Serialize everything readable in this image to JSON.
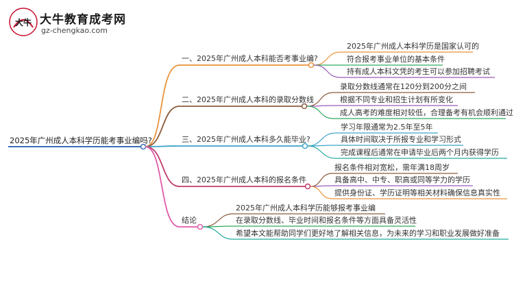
{
  "logo": {
    "title": "大牛教育成考网",
    "url": "gz-chengkao.com",
    "mark_text": "大牛"
  },
  "colors": {
    "root": "#3a6fb5",
    "branch1": "#e8923a",
    "branch2": "#8b5a3c",
    "branch3": "#3aa3c8",
    "branch4": "#c0396b",
    "branch5": "#e05aa8",
    "leaf_orange": "#e8923a",
    "leaf_purple": "#9b59b6",
    "leaf_green": "#2eaa5e",
    "leaf_teal": "#22aa9e",
    "leaf_brown": "#8b5a3c"
  },
  "mindmap": {
    "root": "2025年广州成人本科学历能考事业编吗?",
    "branches": [
      {
        "label": "一、2025年广州成人本科能否考事业编?",
        "leaves": [
          "2025年广州成人本科学历是国家认可的",
          "符合报考事业单位的基本条件",
          "持有成人本科文凭的考生可以参加招聘考试"
        ]
      },
      {
        "label": "二、2025年广州成人本科的录取分数线",
        "leaves": [
          "录取分数线通常在120分到200分之间",
          "根据不同专业和招生计划有所变化",
          "成人高考的难度相对较低，合理备考有机会顺利通过"
        ]
      },
      {
        "label": "三、2025年广州成人本科多久能毕业?",
        "leaves": [
          "学习年限通常为2.5年至5年",
          "具体时间取决于所报专业和学习形式",
          "完成课程后通常在申请毕业后两个月内获得学历"
        ]
      },
      {
        "label": "四、2025年广州成人本科的报名条件",
        "leaves": [
          "报名条件相对宽松，需年满18周岁",
          "具备高中、中专、职高或同等学力的学历",
          "提供身份证、学历证明等相关材料确保信息真实性"
        ]
      },
      {
        "label": "结论",
        "leaves": [
          "2025年广州成人本科学历能够报考事业编",
          "在录取分数线、毕业时间和报名条件等方面具备灵活性",
          "希望本文能帮助同学们更好地了解相关信息，为未来的学习和职业发展做好准备"
        ]
      }
    ]
  }
}
